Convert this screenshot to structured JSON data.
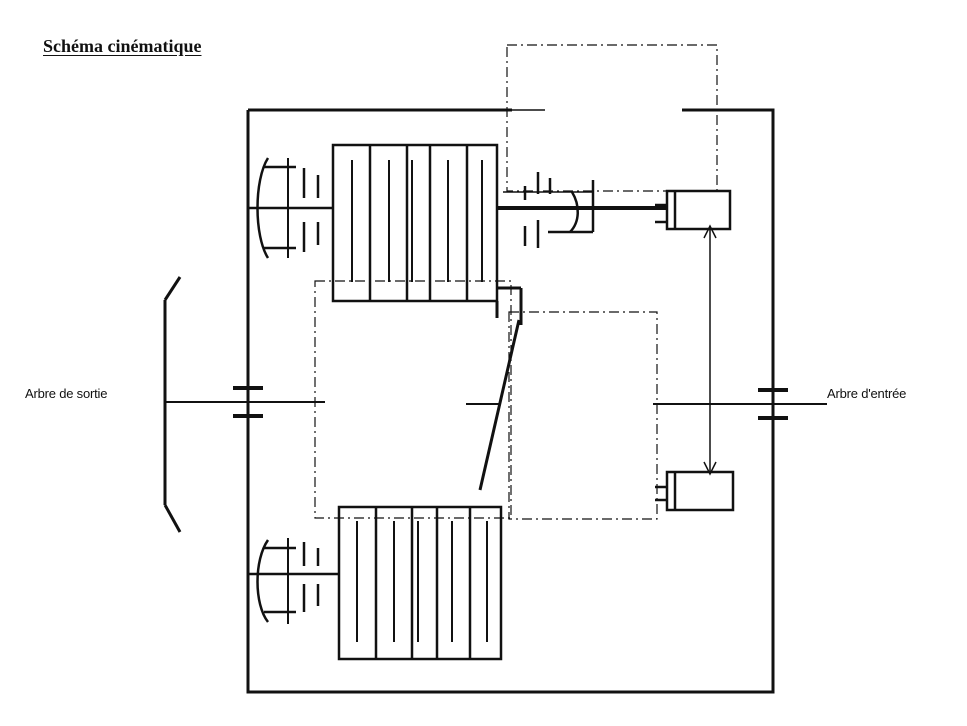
{
  "title": "Schéma cinématique",
  "labels": {
    "output_shaft": "Arbre de sortie",
    "input_shaft": "Arbre d'entrée"
  }
}
